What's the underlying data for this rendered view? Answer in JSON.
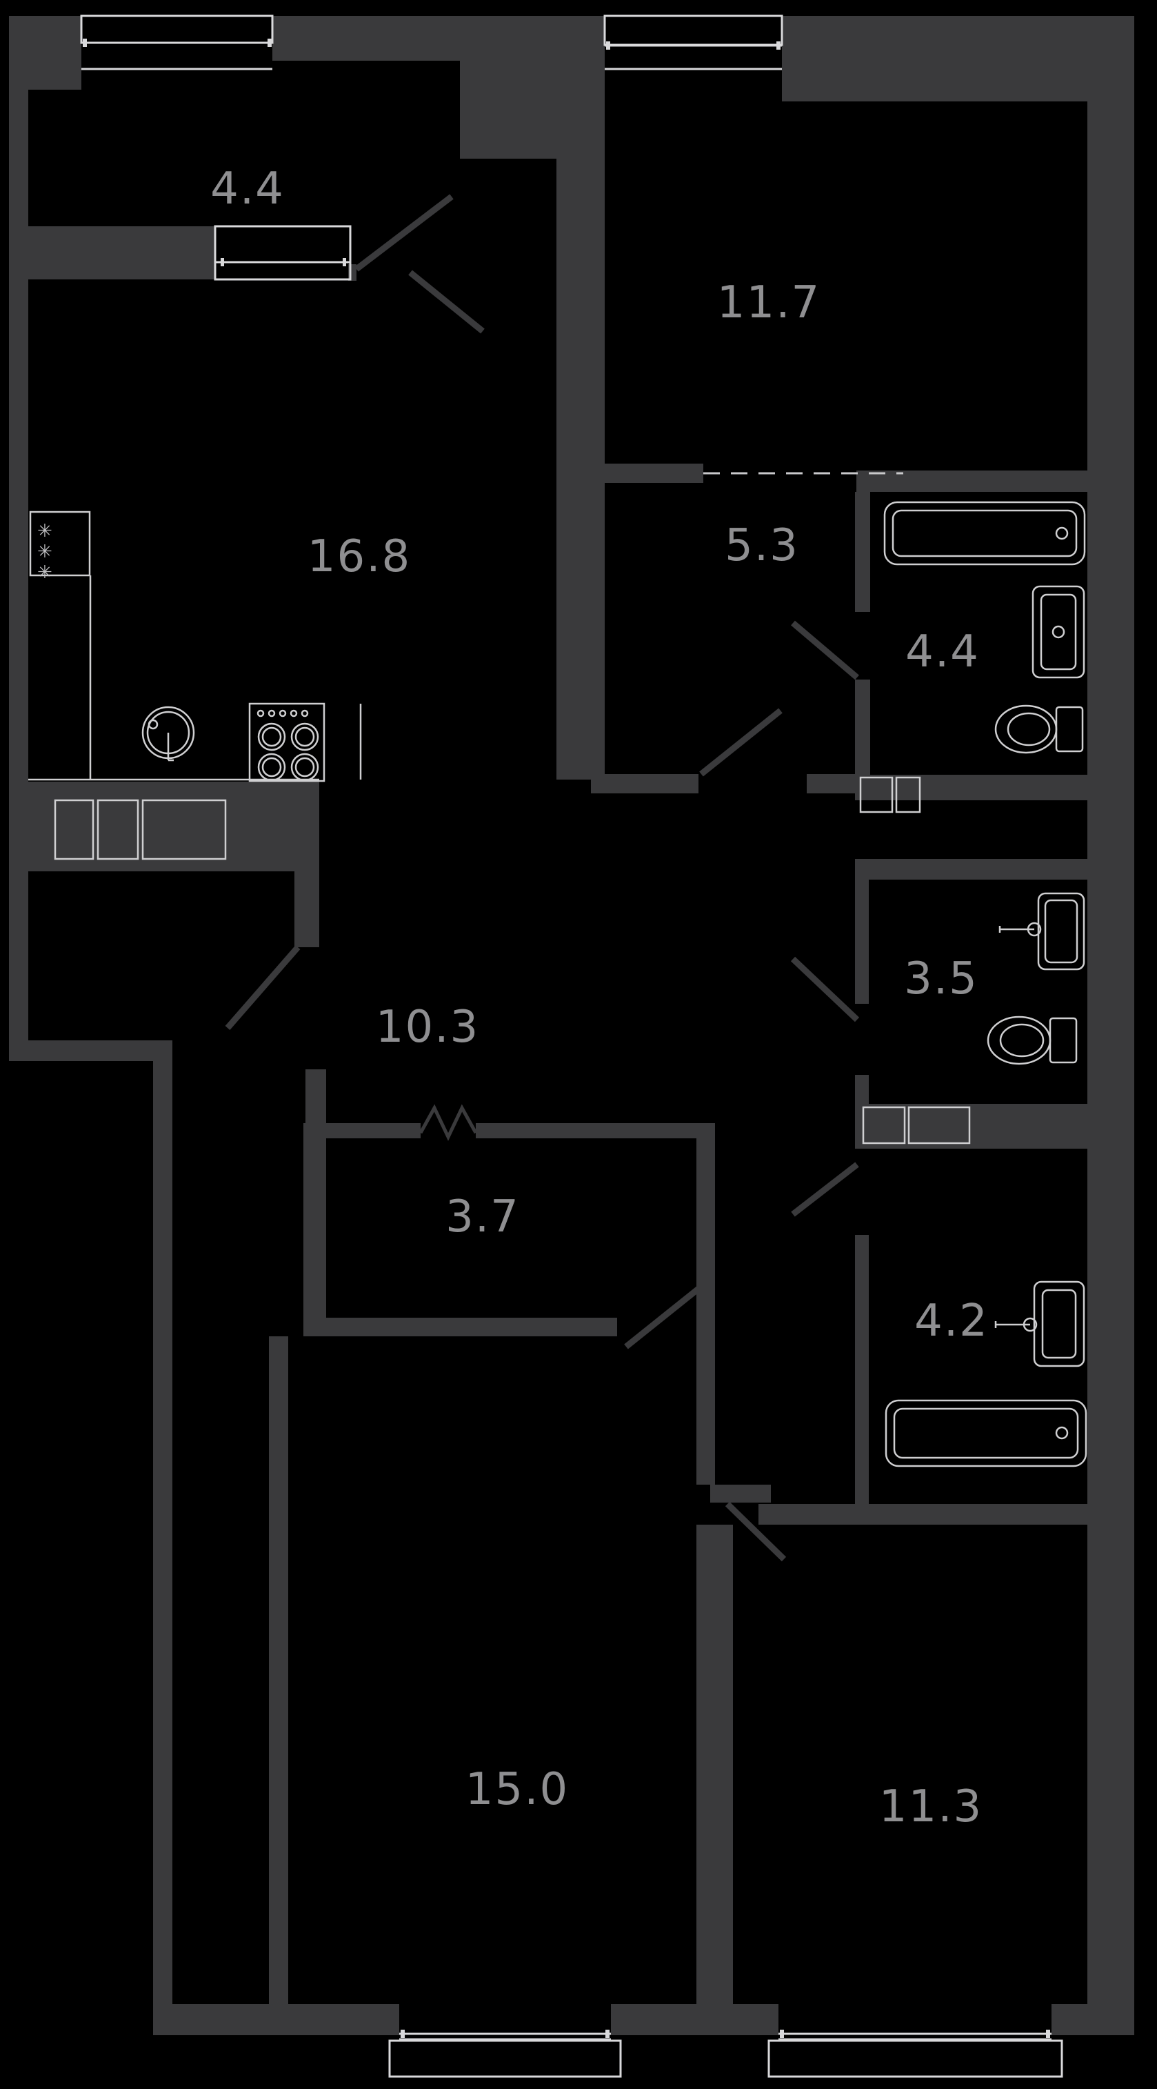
{
  "document": {
    "type": "apartment floor plan",
    "area_unit": "m²",
    "total_rooms_labeled": 11
  },
  "colors": {
    "background": "#000000",
    "wall": "#3a3a3c",
    "outline": "#d9d9db",
    "label": "#8f8f91"
  },
  "symbols": {
    "snowflake": "✳"
  },
  "rooms": [
    {
      "id": "balcony",
      "label": "4.4"
    },
    {
      "id": "kitchen-living",
      "label": "16.8"
    },
    {
      "id": "bedroom-top",
      "label": "11.7"
    },
    {
      "id": "hallway-entry",
      "label": "5.3"
    },
    {
      "id": "bathroom-top",
      "label": "4.4"
    },
    {
      "id": "wc",
      "label": "3.5"
    },
    {
      "id": "hallway",
      "label": "10.3"
    },
    {
      "id": "wardrobe",
      "label": "3.7"
    },
    {
      "id": "bathroom-bottom",
      "label": "4.2"
    },
    {
      "id": "bedroom-left",
      "label": "15.0"
    },
    {
      "id": "bedroom-right",
      "label": "11.3"
    }
  ],
  "fixtures": [
    {
      "name": "fridge-icon",
      "room": "kitchen-living"
    },
    {
      "name": "kitchen-sink-icon",
      "room": "kitchen-living"
    },
    {
      "name": "stove-icon",
      "room": "kitchen-living"
    },
    {
      "name": "bathtub-icon",
      "room": "bathroom-top"
    },
    {
      "name": "washbasin-icon",
      "room": "bathroom-top"
    },
    {
      "name": "toilet-icon",
      "room": "bathroom-top"
    },
    {
      "name": "washbasin-icon",
      "room": "wc"
    },
    {
      "name": "toilet-icon",
      "room": "wc"
    },
    {
      "name": "washbasin-icon",
      "room": "bathroom-bottom"
    },
    {
      "name": "bathtub-icon",
      "room": "bathroom-bottom"
    },
    {
      "name": "duct-shaft-icon",
      "room": "kitchen-living"
    },
    {
      "name": "duct-shaft-icon",
      "room": "bathroom-top"
    },
    {
      "name": "duct-shaft-icon",
      "room": "wc"
    }
  ],
  "openings": {
    "windows": 4,
    "balcony_glazing": 1,
    "door_swings": 9,
    "dashed_opening": 1,
    "zigzag_passage": 1
  }
}
